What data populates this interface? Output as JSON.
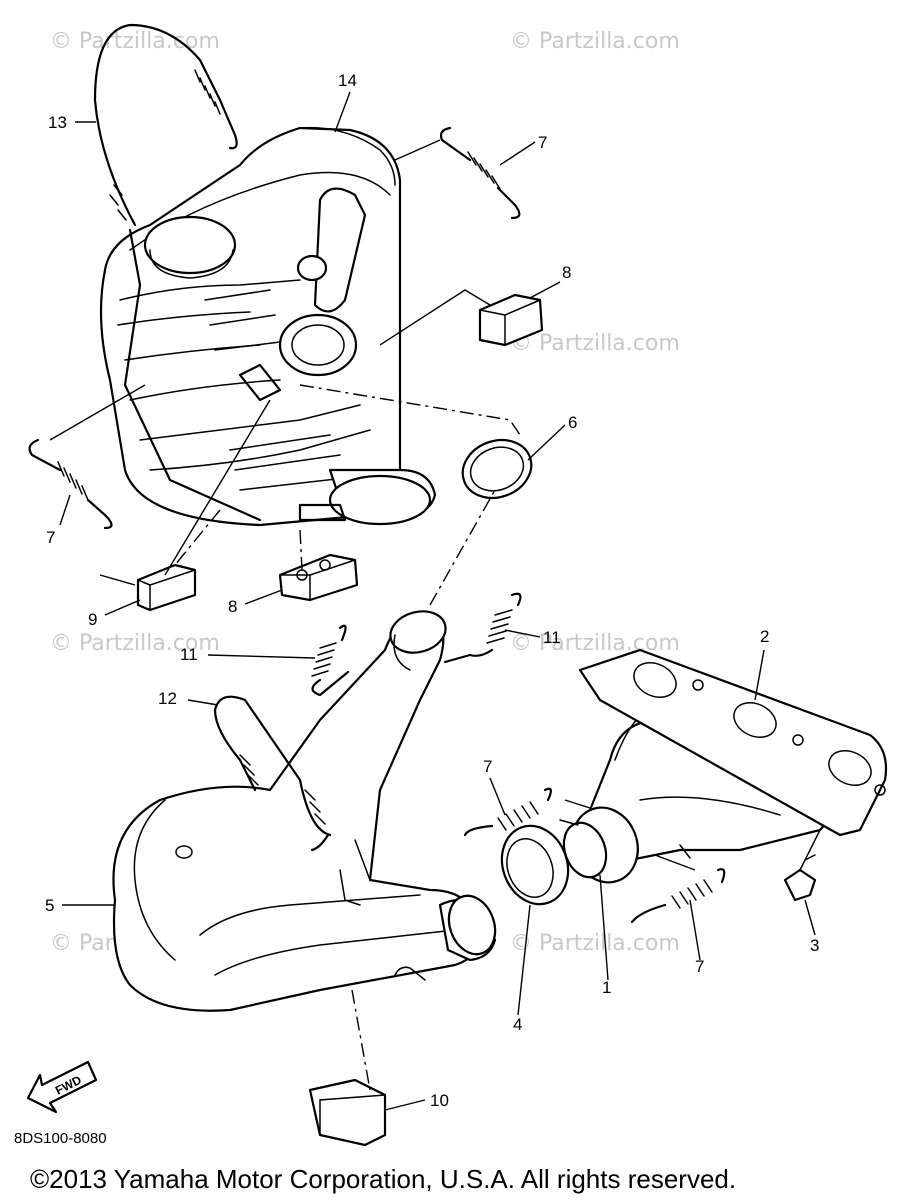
{
  "watermark": "© Partzilla.com",
  "diagram_code": "8DS100-8080",
  "fwd_label": "FWD",
  "copyright": "©2013  Yamaha Motor Corporation, U.S.A. All rights reserved.",
  "callouts": [
    "1",
    "2",
    "3",
    "4",
    "5",
    "6",
    "7",
    "7",
    "7",
    "7",
    "8",
    "8",
    "9",
    "10",
    "11",
    "11",
    "12",
    "13",
    "14"
  ]
}
